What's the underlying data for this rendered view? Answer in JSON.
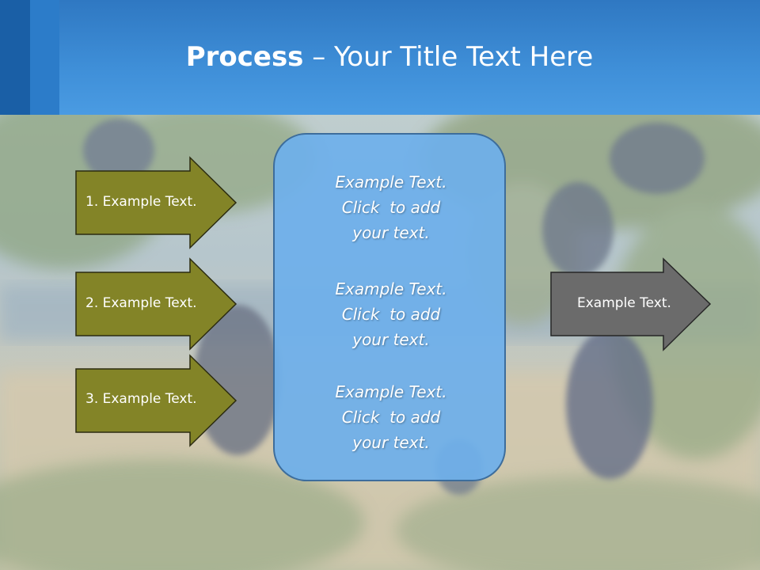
{
  "title": {
    "bold_part": "Process",
    "rest": " – Your Title Text Here"
  },
  "left_arrows": [
    {
      "label": "1. Example Text."
    },
    {
      "label": "2. Example Text."
    },
    {
      "label": "3. Example Text."
    }
  ],
  "center_box": {
    "blocks": [
      {
        "lines": [
          "Example Text.",
          "Click  to add",
          "your text."
        ]
      },
      {
        "lines": [
          "Example Text.",
          "Click  to add",
          "your text."
        ]
      },
      {
        "lines": [
          "Example Text.",
          "Click  to add",
          "your text."
        ]
      }
    ]
  },
  "right_arrow": {
    "label": "Example Text."
  },
  "colors": {
    "header": "#3f8fd8",
    "left_arrow_fill": "#838427",
    "right_arrow_fill": "#6b6b6b",
    "center_box_fill": "#6eafeb"
  }
}
